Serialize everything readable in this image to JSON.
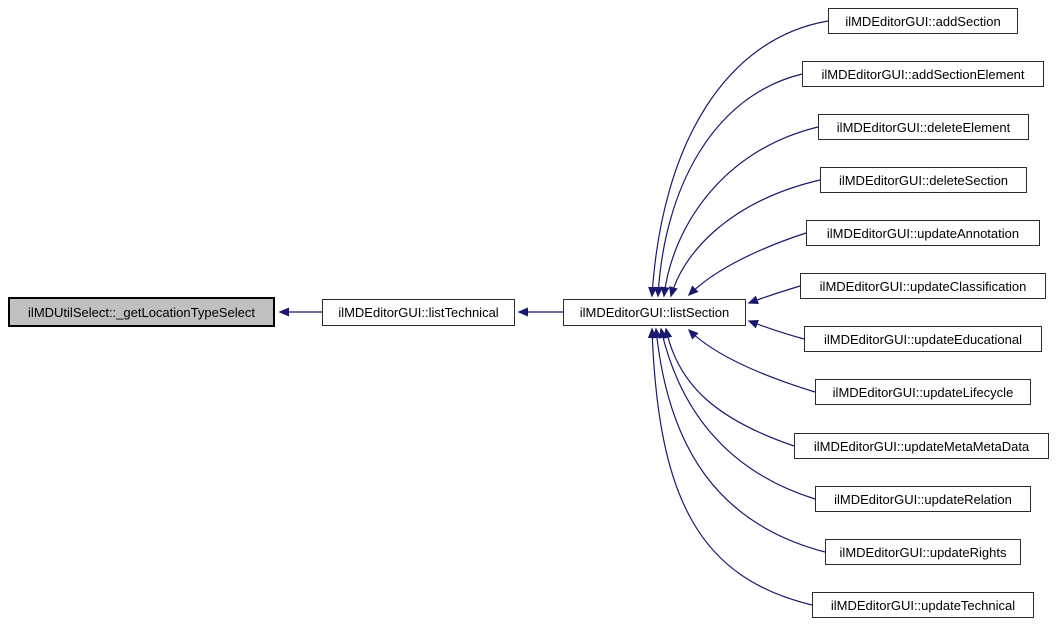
{
  "diagram": {
    "type": "caller-graph",
    "edge_color": "#191970",
    "node_fill": "#ffffff",
    "node_border": "#2b2b2b",
    "highlight_fill": "#c0c0c0",
    "nodes": {
      "getLocationTypeSelect": {
        "label": "ilMDUtilSelect::_getLocationTypeSelect",
        "highlighted": true
      },
      "listTechnical": {
        "label": "ilMDEditorGUI::listTechnical"
      },
      "listSection": {
        "label": "ilMDEditorGUI::listSection"
      },
      "addSection": {
        "label": "ilMDEditorGUI::addSection"
      },
      "addSectionElement": {
        "label": "ilMDEditorGUI::addSectionElement"
      },
      "deleteElement": {
        "label": "ilMDEditorGUI::deleteElement"
      },
      "deleteSection": {
        "label": "ilMDEditorGUI::deleteSection"
      },
      "updateAnnotation": {
        "label": "ilMDEditorGUI::updateAnnotation"
      },
      "updateClassification": {
        "label": "ilMDEditorGUI::updateClassification"
      },
      "updateEducational": {
        "label": "ilMDEditorGUI::updateEducational"
      },
      "updateLifecycle": {
        "label": "ilMDEditorGUI::updateLifecycle"
      },
      "updateMetaMetaData": {
        "label": "ilMDEditorGUI::updateMetaMetaData"
      },
      "updateRelation": {
        "label": "ilMDEditorGUI::updateRelation"
      },
      "updateRights": {
        "label": "ilMDEditorGUI::updateRights"
      },
      "updateTechnical": {
        "label": "ilMDEditorGUI::updateTechnical"
      }
    },
    "edges": [
      {
        "from": "listTechnical",
        "to": "getLocationTypeSelect"
      },
      {
        "from": "listSection",
        "to": "listTechnical"
      },
      {
        "from": "addSection",
        "to": "listSection"
      },
      {
        "from": "addSectionElement",
        "to": "listSection"
      },
      {
        "from": "deleteElement",
        "to": "listSection"
      },
      {
        "from": "deleteSection",
        "to": "listSection"
      },
      {
        "from": "updateAnnotation",
        "to": "listSection"
      },
      {
        "from": "updateClassification",
        "to": "listSection"
      },
      {
        "from": "updateEducational",
        "to": "listSection"
      },
      {
        "from": "updateLifecycle",
        "to": "listSection"
      },
      {
        "from": "updateMetaMetaData",
        "to": "listSection"
      },
      {
        "from": "updateRelation",
        "to": "listSection"
      },
      {
        "from": "updateRights",
        "to": "listSection"
      },
      {
        "from": "updateTechnical",
        "to": "listSection"
      }
    ]
  }
}
